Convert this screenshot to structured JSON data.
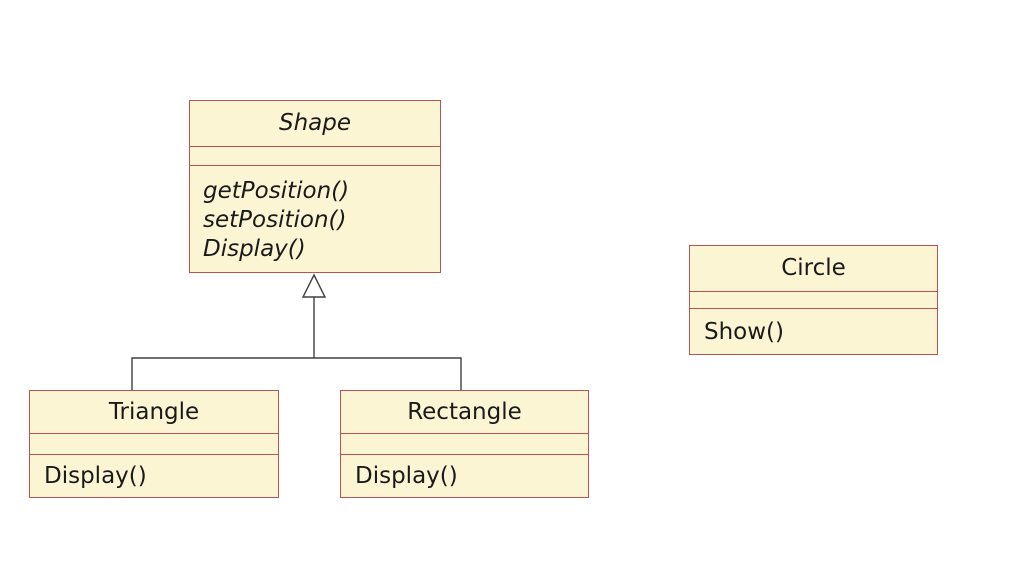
{
  "diagram_type": "uml-class-diagram",
  "colors": {
    "background": "#FFFFFF",
    "class_fill": "#FCF5D4",
    "class_border": "#BD534E",
    "connector": "#404040",
    "arrowhead_fill": "#FFFFFF",
    "text": "#1A1A1A"
  },
  "classes": {
    "shape": {
      "name": "Shape",
      "abstract": true,
      "attributes": [],
      "methods": [
        "getPosition()",
        "setPosition()",
        "Display()"
      ]
    },
    "triangle": {
      "name": "Triangle",
      "abstract": false,
      "attributes": [],
      "methods": [
        "Display()"
      ]
    },
    "rectangle": {
      "name": "Rectangle",
      "abstract": false,
      "attributes": [],
      "methods": [
        "Display()"
      ]
    },
    "circle": {
      "name": "Circle",
      "abstract": false,
      "attributes": [],
      "methods": [
        "Show()"
      ]
    }
  },
  "relationships": [
    {
      "type": "inheritance",
      "from": "Triangle",
      "to": "Shape"
    },
    {
      "type": "inheritance",
      "from": "Rectangle",
      "to": "Shape"
    }
  ]
}
